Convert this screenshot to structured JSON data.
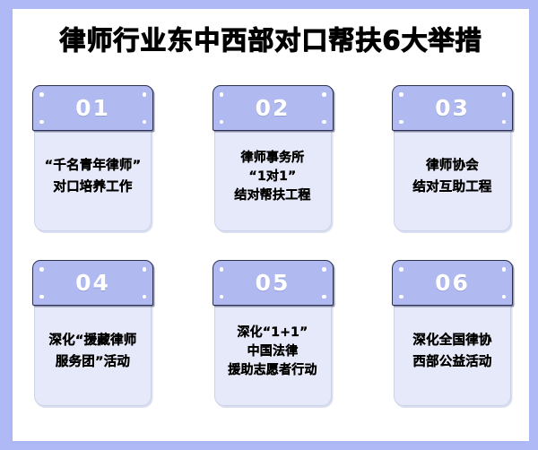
{
  "poster": {
    "title": "律师行业东中西部对口帮扶6大举措",
    "frame_color": "#aeb9f5",
    "canvas_color": "#ffffff",
    "header_color": "#b0baf0",
    "header_border_color": "#2c3154",
    "body_color": "#e6e9fa",
    "body_border_color": "#ccd2e8",
    "number_color": "#ffffff",
    "text_color": "#000000"
  },
  "cards": [
    {
      "number": "01",
      "lines": [
        "“千名青年律师”",
        "对口培养工作"
      ]
    },
    {
      "number": "02",
      "lines": [
        "律师事务所",
        "“1对1”",
        "结对帮扶工程"
      ]
    },
    {
      "number": "03",
      "lines": [
        "律师协会",
        "结对互助工程"
      ]
    },
    {
      "number": "04",
      "lines": [
        "深化“援藏律师",
        "服务团”活动"
      ]
    },
    {
      "number": "05",
      "lines": [
        "深化“1+1”",
        "中国法律",
        "援助志愿者行动"
      ]
    },
    {
      "number": "06",
      "lines": [
        "深化全国律协",
        "西部公益活动"
      ]
    }
  ]
}
